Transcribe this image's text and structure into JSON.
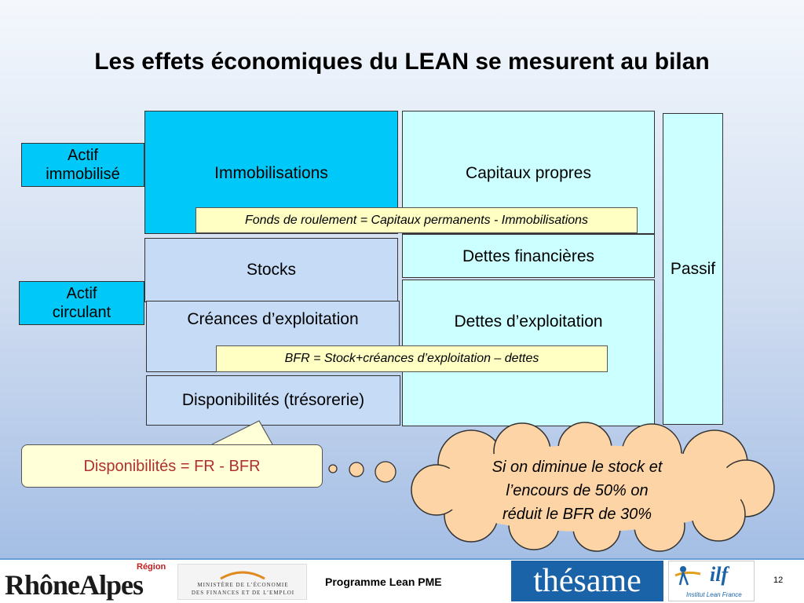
{
  "title": "Les effets économiques du LEAN se mesurent au bilan",
  "labels": {
    "actif_immobilise": "Actif immobilisé",
    "actif_circulant": "Actif circulant",
    "passif": "Passif"
  },
  "assets": {
    "immobilisations": "Immobilisations",
    "stocks": "Stocks",
    "creances": "Créances d’exploitation",
    "disponibilites": "Disponibilités (trésorerie)"
  },
  "liabilities": {
    "capitaux_propres": "Capitaux propres",
    "dettes_financieres": "Dettes financières",
    "dettes_exploitation": "Dettes d’exploitation"
  },
  "formulas": {
    "fonds_roulement": "Fonds de roulement = Capitaux permanents - Immobilisations",
    "bfr": "BFR = Stock+créances d’exploitation – dettes"
  },
  "callout": "Disponibilités = FR - BFR",
  "cloud": {
    "line1": "Si on diminue le stock et",
    "line2": "l’encours de 50% on",
    "line3": "réduit le BFR de 30%"
  },
  "footer": {
    "region_main": "RhôneAlpes",
    "region_sub": "Région",
    "ministere_line1": "MINISTÈRE DE L’ÉCONOMIE",
    "ministere_line2": "DES FINANCES ET DE L’EMPLOI",
    "program": "Programme Lean PME",
    "thesame": "thésame",
    "ilf": "ilf",
    "ilf_sub": "Institut Lean France",
    "page": "12"
  },
  "colors": {
    "cyan": "#00c8f8",
    "light_blue": "#c6dcf6",
    "aqua": "#ccffff",
    "yellow": "#ffffc4",
    "callout_text": "#b03030",
    "cloud_fill": "#fdd4a6"
  }
}
